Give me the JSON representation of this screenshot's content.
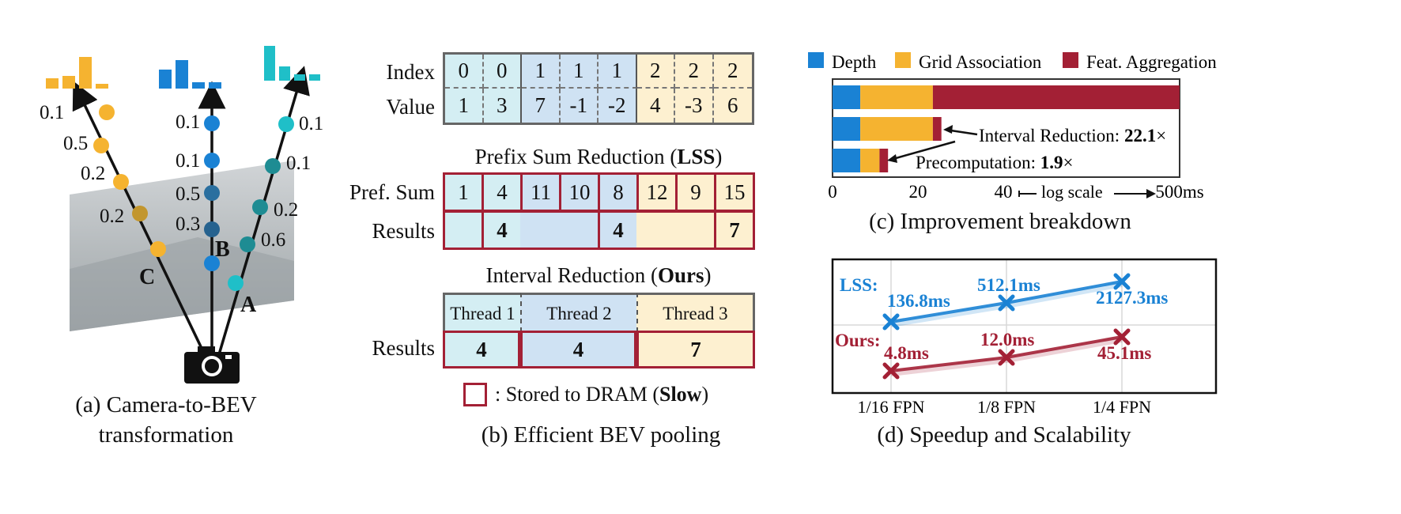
{
  "panel_a": {
    "caption_line1": "(a) Camera-to-BEV",
    "caption_line2": "transformation",
    "ray_c": {
      "label": "C",
      "probs": [
        "0.1",
        "0.5",
        "0.2",
        "0.2"
      ],
      "color": "#f5b330"
    },
    "ray_b": {
      "label": "B",
      "probs": [
        "0.1",
        "0.1",
        "0.5",
        "0.3"
      ],
      "color": "#1a82d4"
    },
    "ray_a": {
      "label": "A",
      "probs": [
        "0.1",
        "0.1",
        "0.2",
        "0.6"
      ],
      "color": "#1fbfc8"
    },
    "camera_icon": "camera-icon"
  },
  "panel_b": {
    "index_label": "Index",
    "value_label": "Value",
    "index": [
      "0",
      "0",
      "1",
      "1",
      "1",
      "2",
      "2",
      "2"
    ],
    "value": [
      "1",
      "3",
      "7",
      "-1",
      "-2",
      "4",
      "-3",
      "6"
    ],
    "lss_title_prefix": "Prefix Sum Reduction (",
    "lss_title_bold": "LSS",
    "lss_title_suffix": ")",
    "prefsum_label": "Pref. Sum",
    "prefsum": [
      "1",
      "4",
      "11",
      "10",
      "8",
      "12",
      "9",
      "15"
    ],
    "results_label": "Results",
    "lss_results": [
      "4",
      "4",
      "7"
    ],
    "ours_title_prefix": "Interval Reduction (",
    "ours_title_bold": "Ours",
    "ours_title_suffix": ")",
    "threads": [
      "Thread 1",
      "Thread 2",
      "Thread 3"
    ],
    "ours_results": [
      "4",
      "4",
      "7"
    ],
    "legend_prefix": ": Stored to DRAM (",
    "legend_bold": "Slow",
    "legend_suffix": ")",
    "caption": "(b) Efficient BEV pooling",
    "colors": {
      "group0": "#d4eef3",
      "group1": "#cfe2f3",
      "group2": "#fdf0d0",
      "red": "#a32035",
      "grey": "#666666"
    }
  },
  "panel_c": {
    "chart_data": {
      "type": "bar",
      "orientation": "horizontal",
      "stacked": true,
      "legend": [
        "Depth",
        "Grid Association",
        "Feat. Aggregation"
      ],
      "legend_placement": "top",
      "series_colors": [
        "#1a82d4",
        "#f5b330",
        "#a32035"
      ],
      "bars": [
        {
          "values": [
            6.5,
            17,
            476
          ]
        },
        {
          "values": [
            6.5,
            17,
            2
          ]
        },
        {
          "values": [
            6.5,
            4.5,
            2
          ]
        }
      ],
      "xticks": [
        "0",
        "20",
        "40",
        "500ms"
      ],
      "xlabel": "log scale",
      "annotations": [
        {
          "prefix": "Interval Reduction: ",
          "bold": "22.1",
          "suffix": "×"
        },
        {
          "prefix": "Precomputation: ",
          "bold": "1.9",
          "suffix": "×"
        }
      ]
    },
    "caption": "(c) Improvement breakdown"
  },
  "panel_d": {
    "chart_data": {
      "type": "line",
      "categories": [
        "1/16 FPN",
        "1/8 FPN",
        "1/4 FPN"
      ],
      "series": [
        {
          "name": "LSS:",
          "values": [
            136.8,
            512.1,
            2127.3
          ],
          "labels": [
            "136.8ms",
            "512.1ms",
            "2127.3ms"
          ],
          "color": "#1a82d4"
        },
        {
          "name": "Ours:",
          "values": [
            4.8,
            12.0,
            45.1
          ],
          "labels": [
            "4.8ms",
            "12.0ms",
            "45.1ms"
          ],
          "color": "#a32035"
        }
      ],
      "grid": true
    },
    "caption": "(d) Speedup and Scalability"
  }
}
